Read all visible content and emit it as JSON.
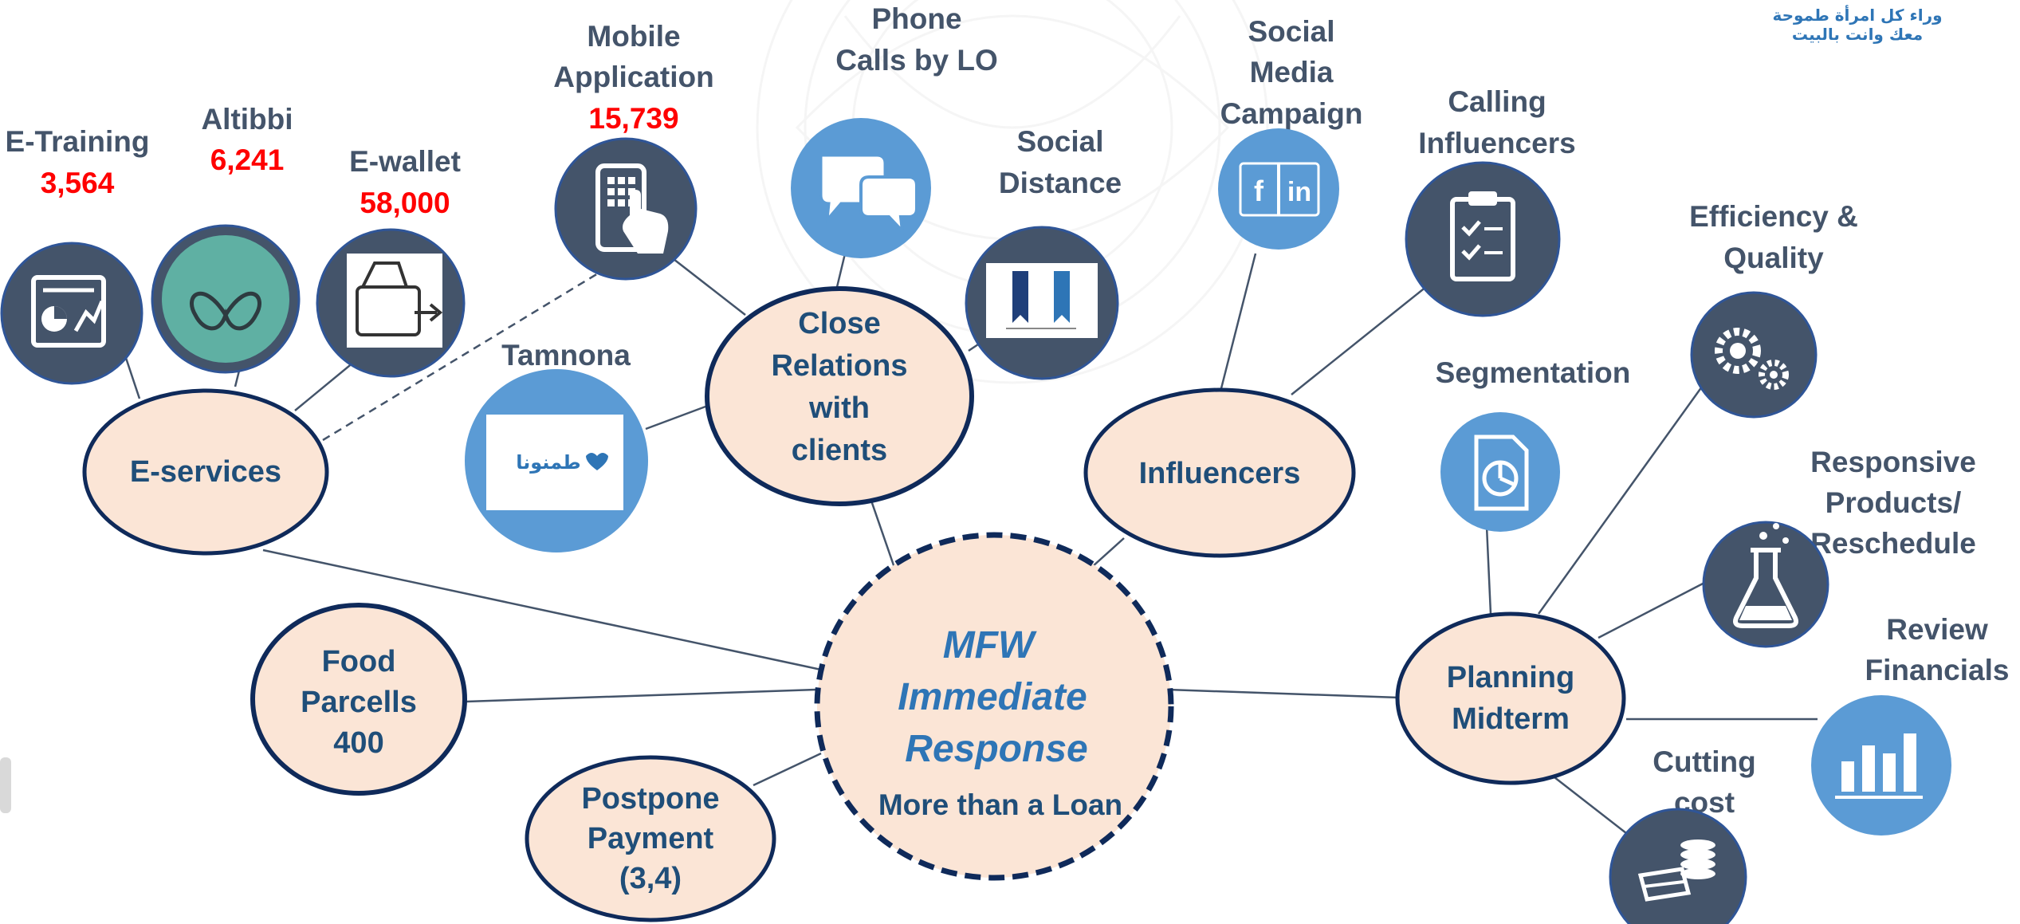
{
  "colors": {
    "oval_fill": "#FBE5D6",
    "oval_stroke": "#0F2A5A",
    "dark_icon": "#44546A",
    "blue_icon": "#5B9BD5",
    "teal_icon": "#5FB0A3",
    "number_red": "#FF0000",
    "label_gray": "#44546A"
  },
  "header": {
    "tagline_line1": "وراء كل امرأة طموحة",
    "tagline_line2": "معك وانت بالبيت"
  },
  "center": {
    "line1": "MFW",
    "line2": "Immediate",
    "line3": "Response",
    "line4": "More than a Loan"
  },
  "hubs": {
    "eservices": "E-services",
    "close_relations": [
      "Close",
      "Relations",
      "with",
      "clients"
    ],
    "influencers": "Influencers",
    "planning": [
      "Planning",
      "Midterm"
    ],
    "food": [
      "Food",
      "Parcells",
      "400"
    ],
    "postpone": [
      "Postpone",
      "Payment",
      "(3,4)"
    ]
  },
  "leaves": {
    "etraining": {
      "label": "E-Training",
      "value": "3,564",
      "icon": "report-chart-icon"
    },
    "altibbi": {
      "label": "Altibbi",
      "value": "6,241",
      "icon": "altibbi-logo-icon"
    },
    "ewallet": {
      "label": "E-wallet",
      "value": "58,000",
      "icon": "wallet-icon"
    },
    "mobile_app": {
      "label": [
        "Mobile",
        "Application"
      ],
      "value": "15,739",
      "icon": "mobile-touch-icon"
    },
    "phone_calls": {
      "label": [
        "Phone",
        "Calls by LO"
      ],
      "icon": "chat-bubbles-icon"
    },
    "social_distance": {
      "label": [
        "Social",
        "Distance"
      ],
      "icon": "social-distance-logo-icon"
    },
    "tamnona": {
      "label": "Tamnona",
      "icon": "tamnona-logo-icon",
      "logo_text": "طمنونا"
    },
    "social_media": {
      "label": [
        "Social",
        "Media",
        "Campaign"
      ],
      "icon": "facebook-linkedin-icon",
      "glyphs": [
        "f",
        "in"
      ]
    },
    "calling_influencers": {
      "label": [
        "Calling",
        "Influencers"
      ],
      "icon": "clipboard-checklist-icon"
    },
    "segmentation": {
      "label": "Segmentation",
      "icon": "pie-document-icon"
    },
    "efficiency": {
      "label": [
        "Efficiency &",
        "Quality"
      ],
      "icon": "gears-icon"
    },
    "responsive": {
      "label": [
        "Responsive",
        "Products/",
        "Reschedule"
      ],
      "icon": "flask-icon"
    },
    "review": {
      "label": [
        "Review",
        "Financials"
      ],
      "icon": "bar-chart-icon"
    },
    "cutting": {
      "label": [
        "Cutting",
        "cost"
      ],
      "icon": "money-stack-icon"
    }
  }
}
